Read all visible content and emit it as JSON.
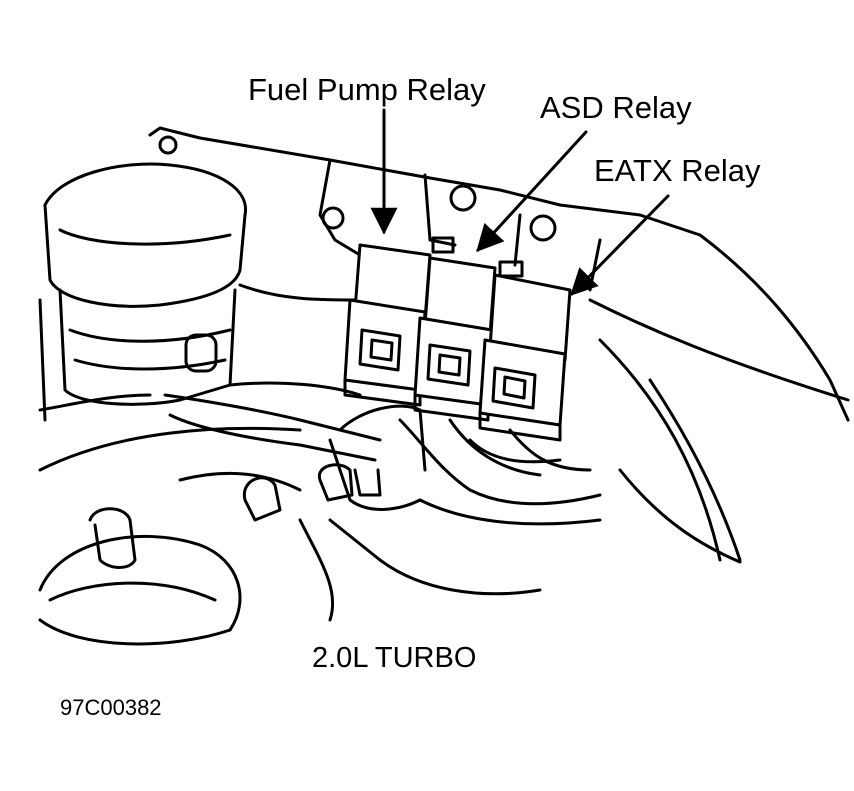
{
  "labels": {
    "fuel_pump_relay": "Fuel Pump Relay",
    "asd_relay": "ASD Relay",
    "eatx_relay": "EATX Relay"
  },
  "caption": "2.0L TURBO",
  "figure_id": "97C00382",
  "colors": {
    "ink": "#000000",
    "paper": "#ffffff"
  }
}
